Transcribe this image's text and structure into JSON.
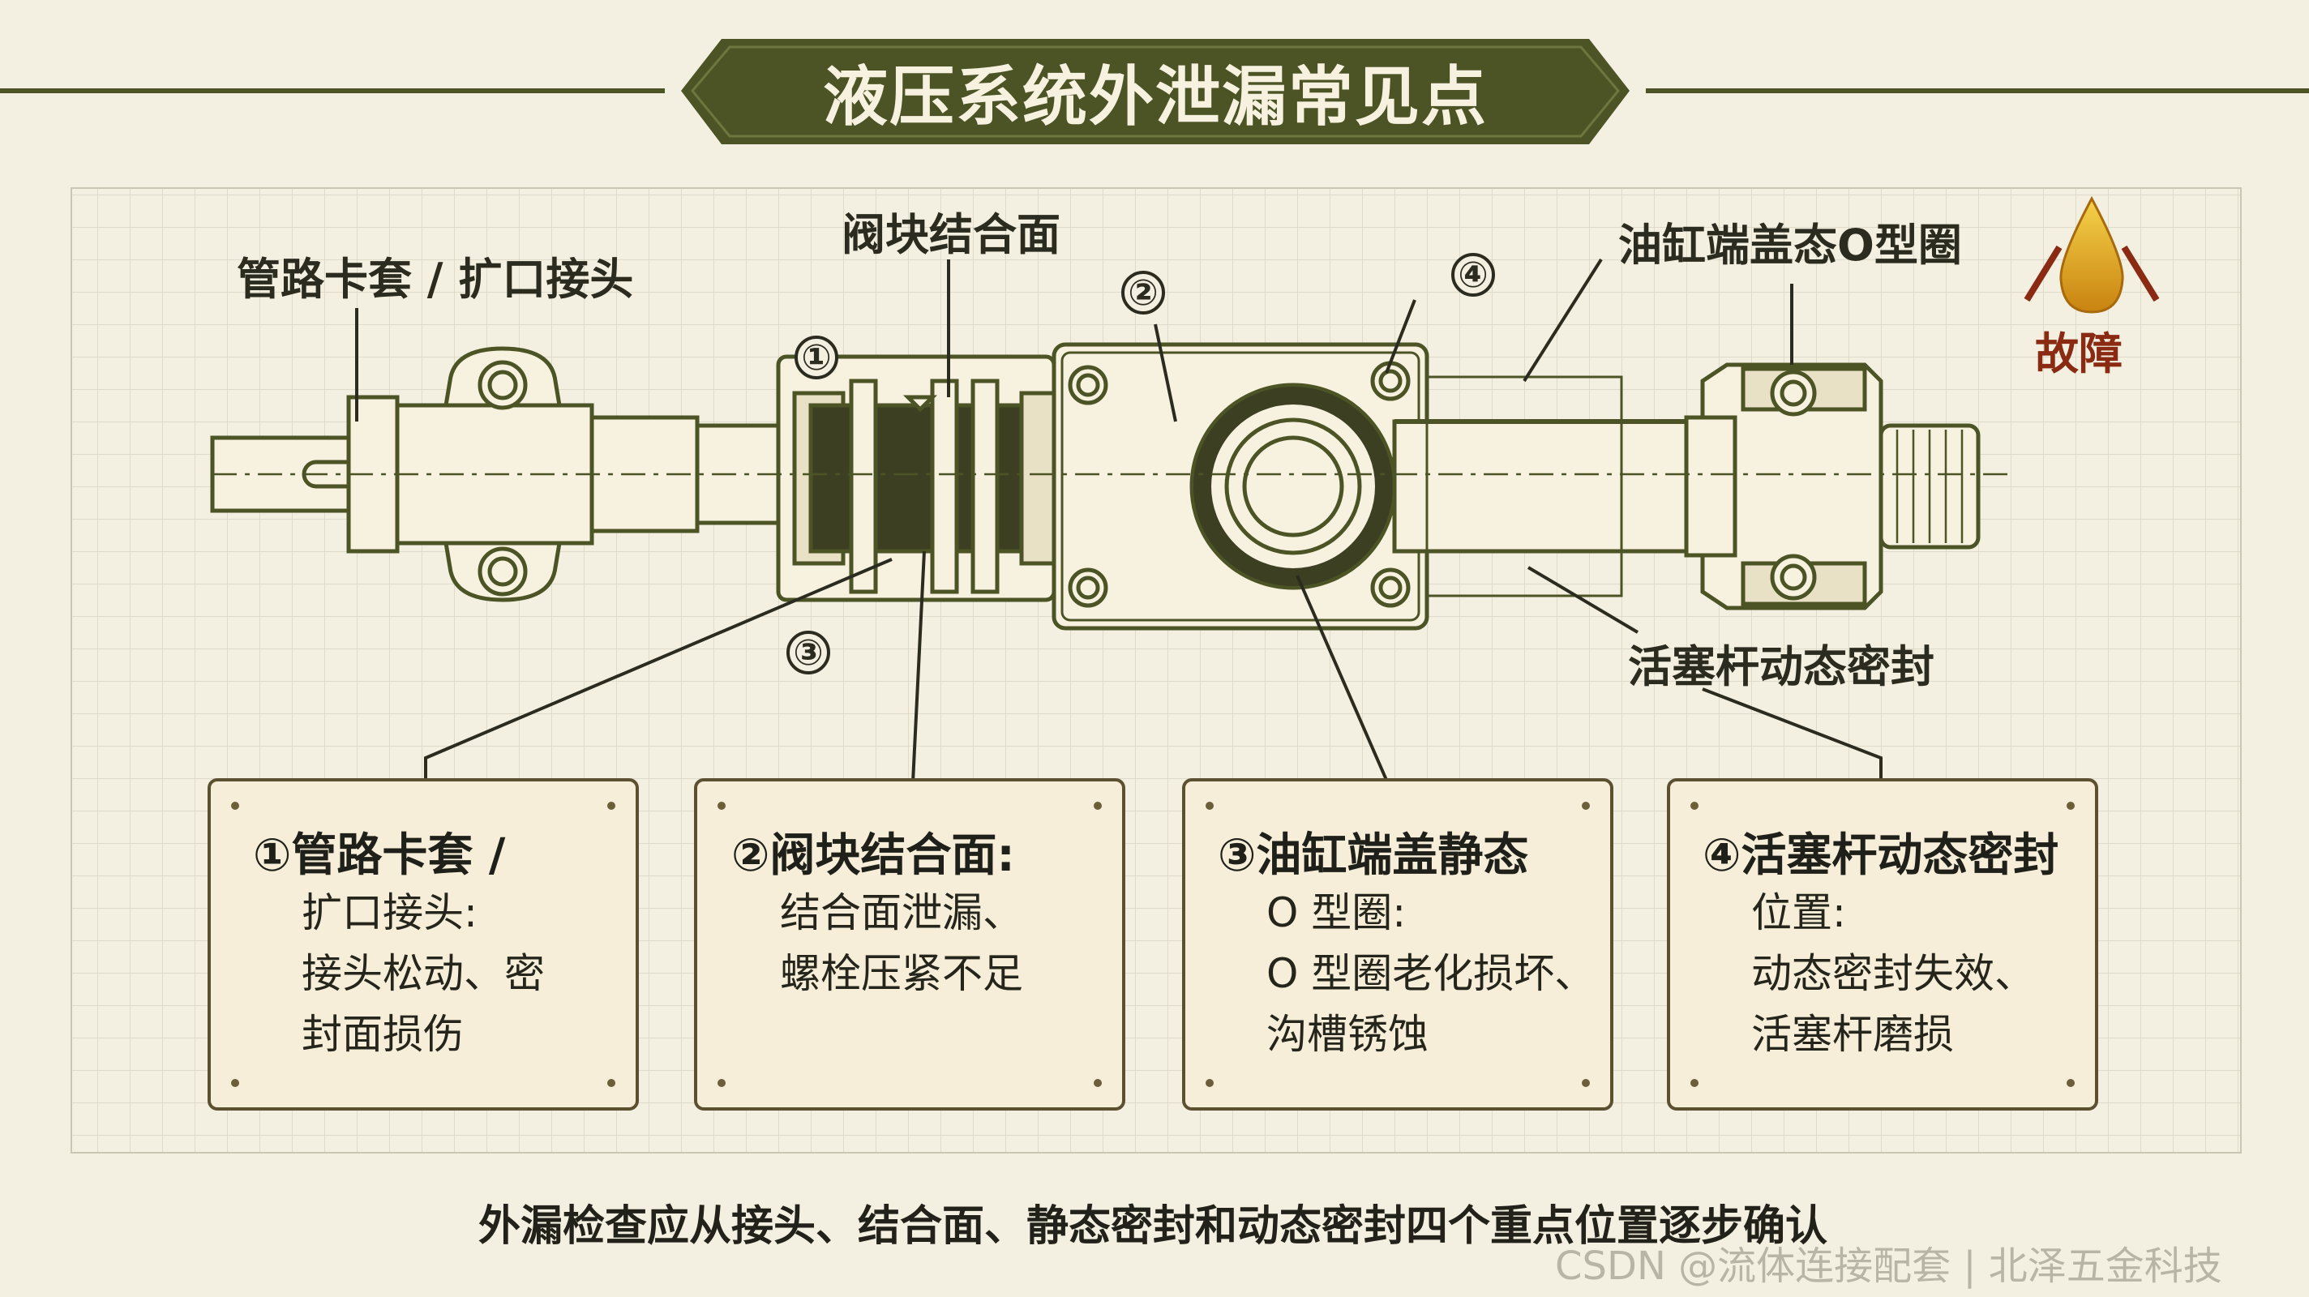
{
  "title": "液压系统外泄漏常见点",
  "labels": {
    "pipe_joint": "管路卡套 / 扩口接头",
    "valve_face": "阀块结合面",
    "cylinder_oring": "油缸端盖态O型圈",
    "rod_seal": "活塞杆动态密封",
    "fault": "故障"
  },
  "markers": [
    "①",
    "②",
    "③",
    "④"
  ],
  "cards": [
    {
      "title": "①管路卡套 /",
      "lines": [
        "扩口接头:",
        "接头松动、密",
        "封面损伤"
      ]
    },
    {
      "title": "②阀块结合面:",
      "lines": [
        "结合面泄漏、",
        "螺栓压紧不足"
      ]
    },
    {
      "title": "③油缸端盖静态",
      "lines": [
        "O 型圈:",
        "O 型圈老化损坏、",
        "沟槽锈蚀"
      ]
    },
    {
      "title": "④活塞杆动态密封",
      "lines": [
        "位置:",
        "动态密封失效、",
        "活塞杆磨损"
      ]
    }
  ],
  "footer": "外漏检查应从接头、结合面、静态密封和动态密封四个重点位置逐步确认",
  "watermark": "CSDN @流体连接配套 | 北泽五金科技",
  "colors": {
    "olive": "#4c5426",
    "paper": "#f4f0e1",
    "card": "#f6eed8",
    "fault": "#8a2a12",
    "oil": "#e0a21c"
  }
}
